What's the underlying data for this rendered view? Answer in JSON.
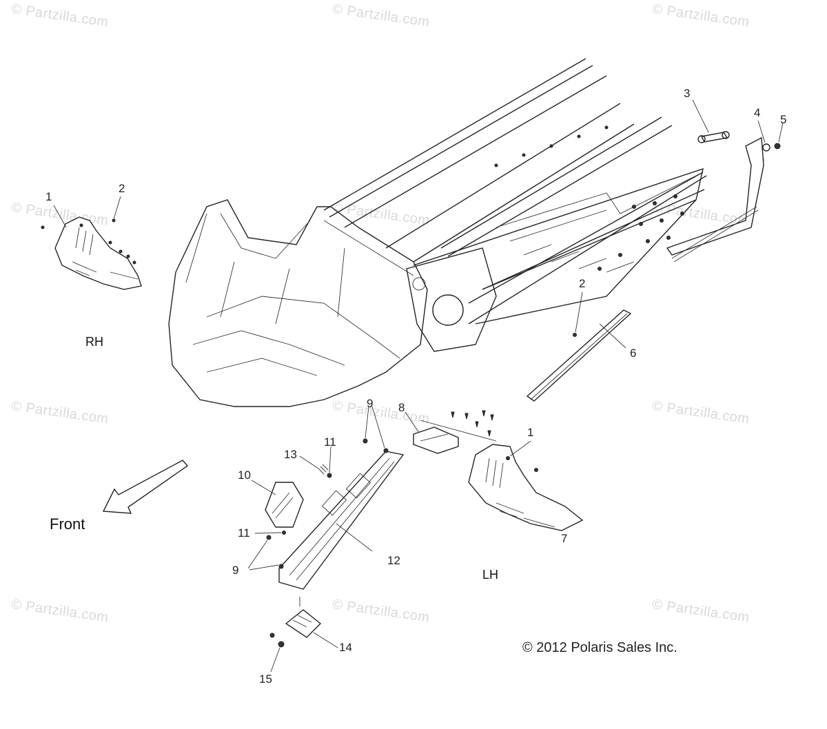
{
  "watermark": "© Partzilla.com",
  "callouts": {
    "c1_rh": "1",
    "c2_rh": "2",
    "c3": "3",
    "c4": "4",
    "c5": "5",
    "c2_mid": "2",
    "c6": "6",
    "c9_top": "9",
    "c8": "8",
    "c1_lh": "1",
    "c11_top": "11",
    "c13": "13",
    "c10": "10",
    "c11_bottom": "11",
    "c12": "12",
    "c7": "7",
    "c9_bottom": "9",
    "c14": "14",
    "c15": "15"
  },
  "labels": {
    "rh": "RH",
    "lh": "LH",
    "front": "Front",
    "copyright": "© 2012 Polaris Sales Inc."
  }
}
